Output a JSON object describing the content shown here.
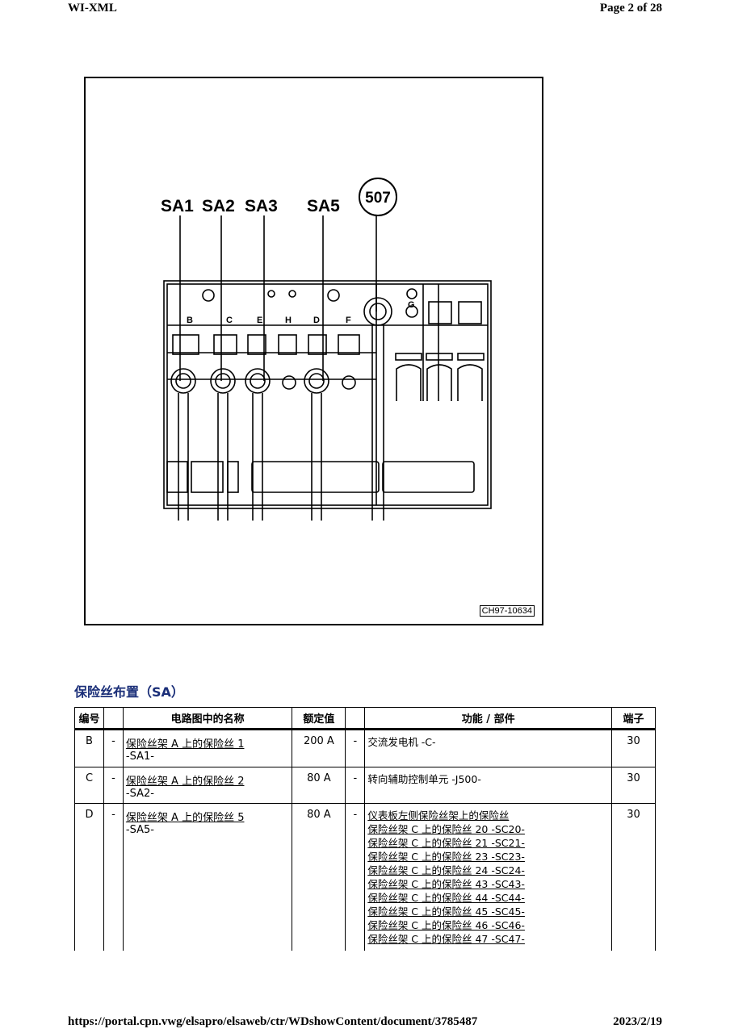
{
  "header": {
    "left": "WI-XML",
    "right": "Page 2 of 28"
  },
  "footer": {
    "url": "https://portal.cpn.vwg/elsapro/elsaweb/ctr/WDshowContent/document/3785487",
    "date": "2023/2/19"
  },
  "figure": {
    "code": "CH97-10634",
    "callouts": [
      "SA1",
      "SA2",
      "SA3",
      "SA5"
    ],
    "circle_label": "507",
    "slot_letters": [
      "B",
      "C",
      "E",
      "H",
      "D",
      "F",
      "G"
    ]
  },
  "section_title": "保险丝布置（SA）",
  "table": {
    "headers": [
      "编号",
      "",
      "电路图中的名称",
      "额定值",
      "",
      "功能 / 部件",
      "端子"
    ],
    "rows": [
      {
        "id": "B",
        "dash1": "-",
        "name_a": "保险丝架 A 上的保险丝 1",
        "name_b": "-SA1-",
        "rating": "200 A",
        "dash2": "-",
        "functions": [
          "交流发电机 -C-"
        ],
        "terminal": "30"
      },
      {
        "id": "C",
        "dash1": "-",
        "name_a": "保险丝架 A 上的保险丝 2",
        "name_b": "-SA2-",
        "rating": "80 A",
        "dash2": "-",
        "functions": [
          "转向辅助控制单元 -J500-"
        ],
        "terminal": "30"
      },
      {
        "id": "D",
        "dash1": "-",
        "name_a": "保险丝架 A 上的保险丝 5",
        "name_b": "-SA5-",
        "rating": "80 A",
        "dash2": "-",
        "functions": [
          "仪表板左侧保险丝架上的保险丝",
          "保险丝架 C 上的保险丝 20 -SC20-",
          "保险丝架 C 上的保险丝 21 -SC21-",
          "保险丝架 C 上的保险丝 23 -SC23-",
          "保险丝架 C 上的保险丝 24 -SC24-",
          "保险丝架 C 上的保险丝 43 -SC43-",
          "保险丝架 C 上的保险丝 44 -SC44-",
          "保险丝架 C 上的保险丝 45 -SC45-",
          "保险丝架 C 上的保险丝 46 -SC46-",
          "保险丝架 C 上的保险丝 47 -SC47-"
        ],
        "terminal": "30"
      }
    ]
  }
}
